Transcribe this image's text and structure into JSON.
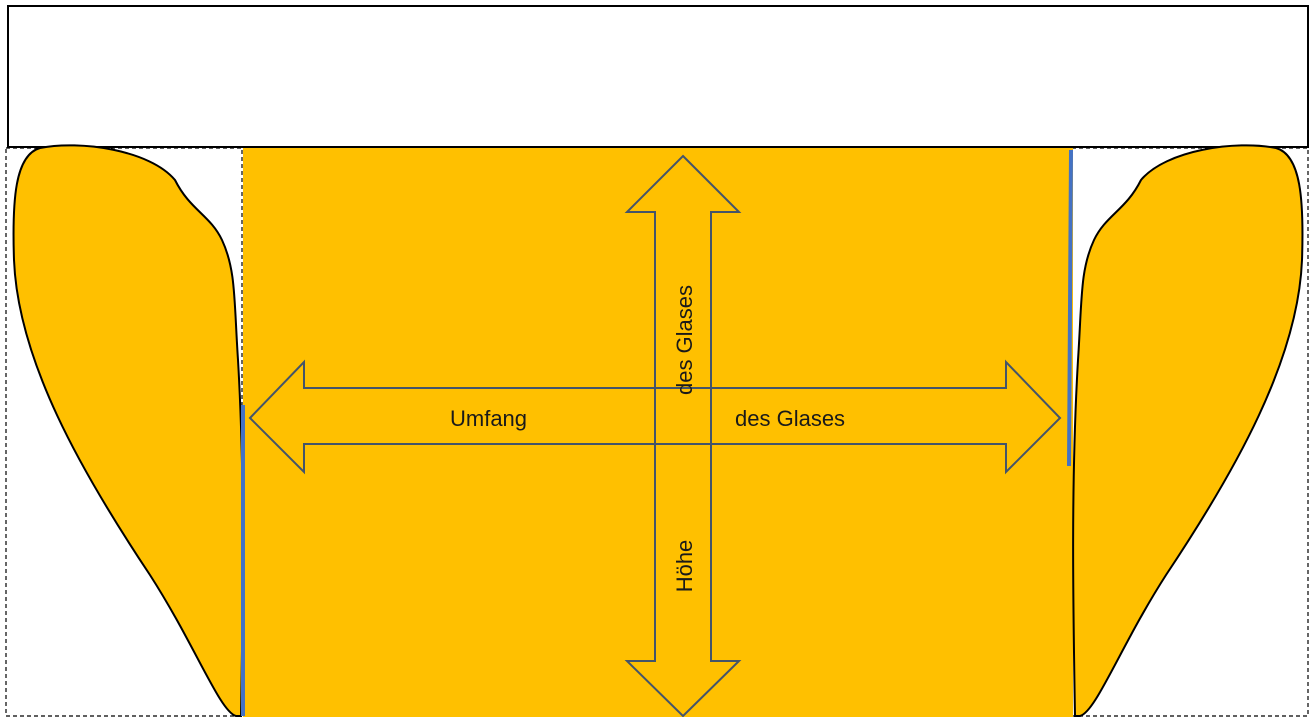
{
  "labels": {
    "width_left": "Umfang",
    "width_right": "des Glases",
    "height_top": "des Glases",
    "height_bottom": "Höhe"
  },
  "colors": {
    "fill": "#FFC000",
    "arrow_stroke": "#44546A",
    "seam_line": "#4472C4",
    "outline": "#000000",
    "background": "#FFFFFF"
  }
}
